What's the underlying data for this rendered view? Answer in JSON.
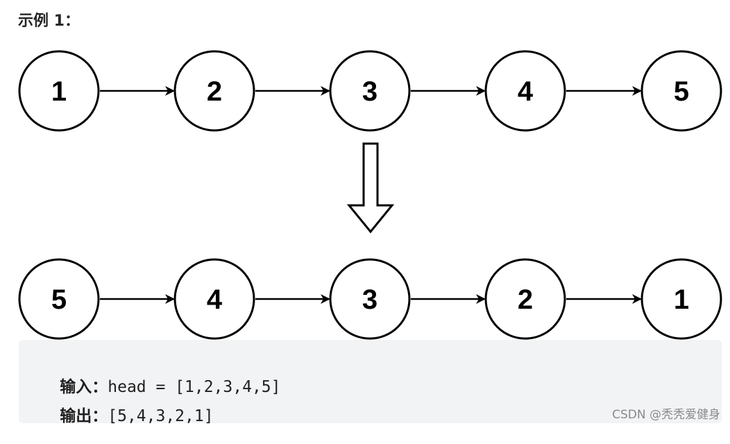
{
  "example": {
    "title": "示例 1："
  },
  "diagram": {
    "before": [
      "1",
      "2",
      "3",
      "4",
      "5"
    ],
    "after": [
      "5",
      "4",
      "3",
      "2",
      "1"
    ]
  },
  "code": {
    "input_label": "输入：",
    "input_value": "head = [1,2,3,4,5]",
    "output_label": "输出：",
    "output_value": "[5,4,3,2,1]"
  },
  "watermark": "CSDN @秃秃爱健身"
}
